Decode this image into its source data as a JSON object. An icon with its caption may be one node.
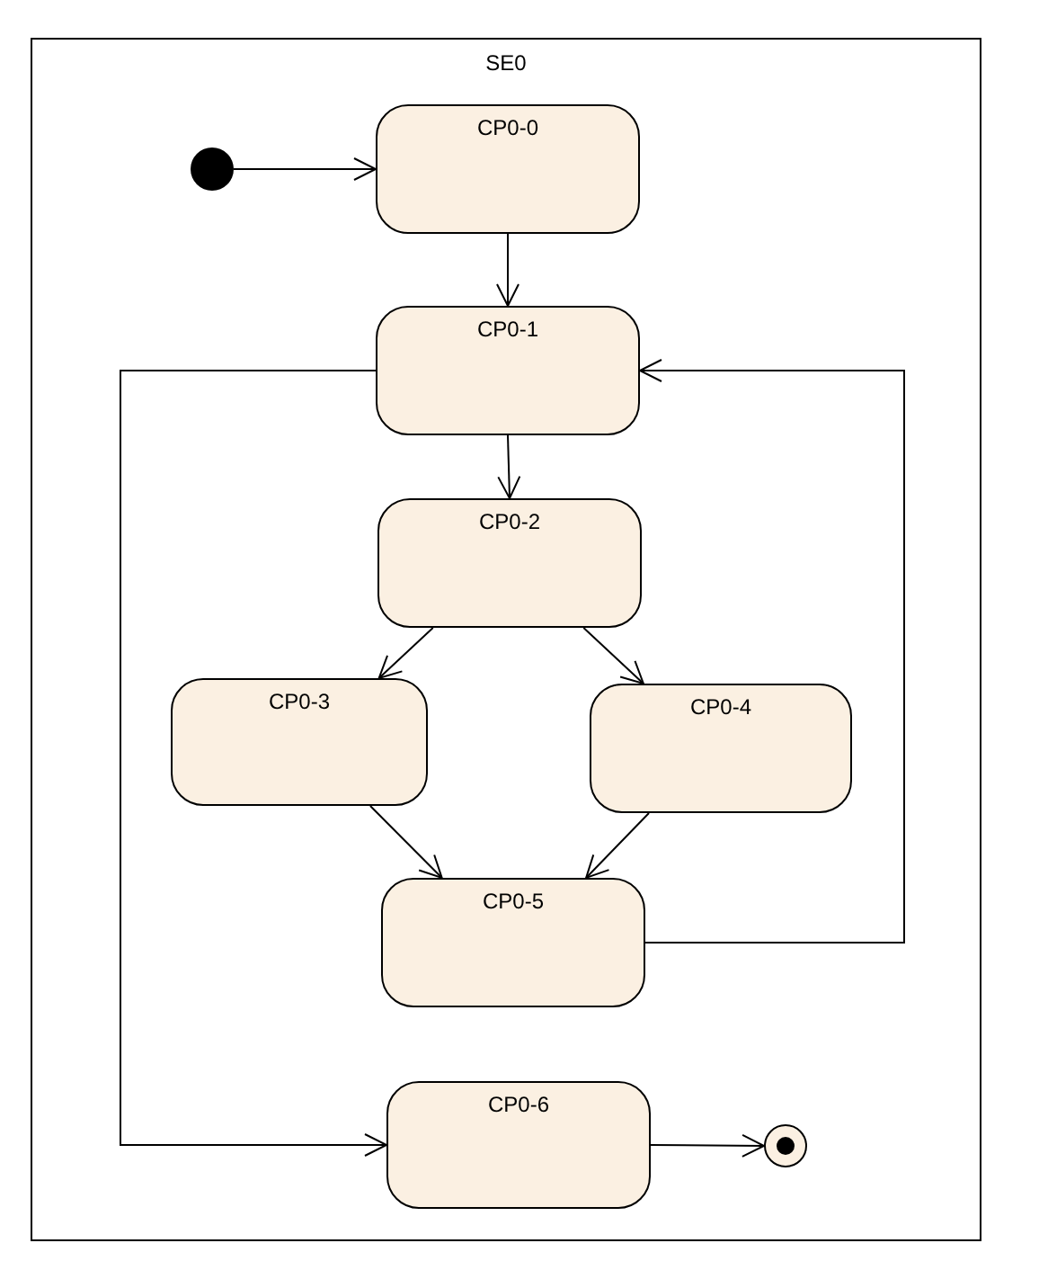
{
  "diagram": {
    "nodes": [
      {
        "text": [
          "SE0"
        ]
      },
      {
        "text": [],
        "shape": "circle",
        "in": 0
      },
      {
        "text": [
          "CP0-0"
        ],
        "in": 0
      },
      {
        "text": [
          "CP0-1"
        ],
        "in": 0
      },
      {
        "text": [
          "CP0-2"
        ],
        "in": 0
      },
      {
        "text": [
          "CP0-3"
        ],
        "in": 0
      },
      {
        "text": [
          "CP0-4"
        ],
        "in": 0
      },
      {
        "text": [
          "CP0-5"
        ],
        "in": 0
      },
      {
        "text": [
          "CP0-6"
        ],
        "in": 0
      },
      {
        "text": [],
        "shape": "circle",
        "in": 0
      }
    ],
    "edges": [
      {
        "from": 1,
        "to": 2,
        "arrow": "to"
      },
      {
        "from": 2,
        "to": 3,
        "arrow": "to"
      },
      {
        "from": 3,
        "to": 4,
        "arrow": "to"
      },
      {
        "from": 4,
        "to": 5,
        "arrow": "to"
      },
      {
        "from": 4,
        "to": 6,
        "arrow": "to"
      },
      {
        "from": 5,
        "to": 7,
        "arrow": "to"
      },
      {
        "from": 6,
        "to": 7,
        "arrow": "to"
      },
      {
        "from": 7,
        "to": 3,
        "arrow": "to"
      },
      {
        "from": 3,
        "to": 8,
        "arrow": "to"
      },
      {
        "from": 8,
        "to": 9,
        "arrow": "to"
      }
    ]
  }
}
